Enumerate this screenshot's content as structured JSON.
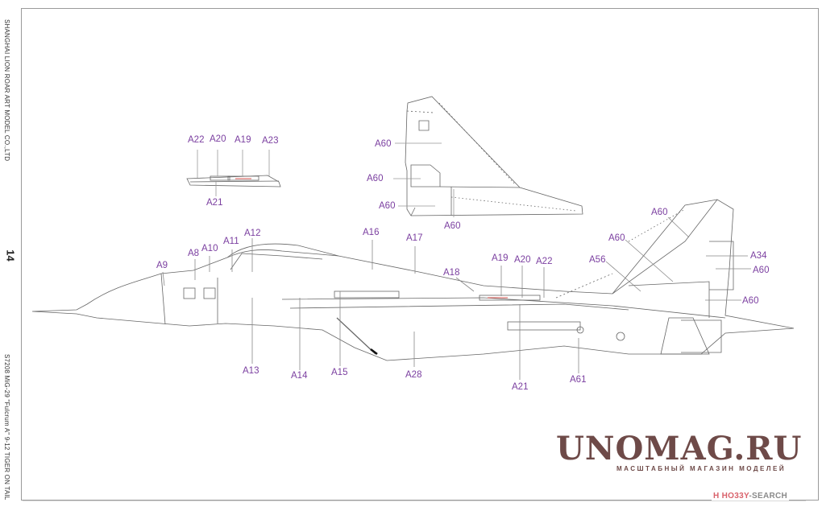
{
  "sheet": {
    "publisher": "SHANGHAI LION ROAR ART MODEL CO.,LTD",
    "page_number": "14",
    "kit_title": "S7208 MiG-29 \"Fulcrum A\" 9-12 TIGER ON TAIL"
  },
  "callouts": {
    "wing_detail": [
      "A22",
      "A20",
      "A19",
      "A23",
      "A21"
    ],
    "fin_detail": [
      "A60",
      "A60",
      "A60",
      "A60"
    ],
    "fuselage_top": [
      "A9",
      "A8",
      "A10",
      "A11",
      "A12",
      "A16",
      "A17",
      "A18",
      "A19",
      "A20",
      "A22"
    ],
    "fuselage_bottom": [
      "A13",
      "A14",
      "A15",
      "A28",
      "A21",
      "A61"
    ],
    "tail": [
      "A60",
      "A60",
      "A56",
      "A34",
      "A60",
      "A60"
    ]
  },
  "watermark": {
    "brand": "UNOMAG.RU",
    "tagline": "МАСШТАБНЫЙ МАГАЗИН МОДЕЛЕЙ",
    "source_a": "H",
    "source_b": "HO33Y",
    "source_c": "-SEARCH"
  },
  "colors": {
    "callout": "#7b3fa0",
    "line": "#555555",
    "watermark": "#6e4a48",
    "marking_red": "#d9534f"
  }
}
